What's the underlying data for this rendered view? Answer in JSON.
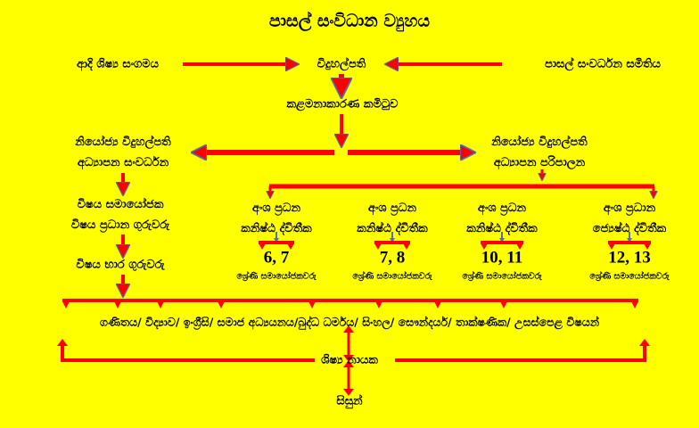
{
  "title": "පාසල් සංවිධාන ව්‍යුහය",
  "top_row": {
    "left": "ආදි ශිෂ්‍ය සංගමය",
    "center": "විදුහල්පති",
    "right": "පාසල් සංවර්ධන සමිතිය"
  },
  "management_committee": "කළමනාකාරණ කමිටුව",
  "deputy_left": {
    "line1": "නියෝජ්‍ය විදුහල්පති",
    "line2": "අධ්‍යාපන සංවර්ධන"
  },
  "deputy_right": {
    "line1": "නියෝජ්‍ය විදුහල්පති",
    "line2": "අධ්‍යාපන පරිපාලන"
  },
  "subject_coordinator": {
    "line1": "විෂය සමායෝජක",
    "line2": "විෂය ප්‍රධාන  ගුරුවරු"
  },
  "subject_teachers": "විෂය භාර ගුරුවරු",
  "sections": [
    {
      "line1": "අංශ ප්‍රධන",
      "line2": "කනිෂ්ඨ ද්විතීක",
      "grades": "6, 7",
      "label": "ශ්‍රේණි සමායෝජකවරු"
    },
    {
      "line1": "අංශ ප්‍රධන",
      "line2": "කනිෂ්ඨ ද්විතීක",
      "grades": "7, 8",
      "label": "ශ්‍රේණි සමායෝජකවරු"
    },
    {
      "line1": "අංශ ප්‍රධන",
      "line2": "කනිෂ්ඨ ද්විතීක",
      "grades": "10, 11",
      "label": "ශ්‍රේණි සමායෝජකවරු"
    },
    {
      "line1": "අංශ ප්‍රධාන",
      "line2": "ජ්‍යෙෂ්ඨ ද්විතීක",
      "grades": "12, 13",
      "label": "ශ්‍රේණි සමායෝජකවරු"
    }
  ],
  "subjects": "ගණිතය/ විද්‍යාව/ ඉංග්‍රීසි/ සමාජ අධ්‍යයනය/බුද්ධ ධර්මය/ සිංහල/ සෞන්දර්ය/ තාක්ෂණික/ උසස්පෙළ විෂයන්",
  "student_leaders": "ශිෂ්‍ය නායක",
  "students": "සිසුන්",
  "colors": {
    "background": "#ffff00",
    "arrow": "#ff0000",
    "arrow_outline": "#4a6fb5"
  }
}
